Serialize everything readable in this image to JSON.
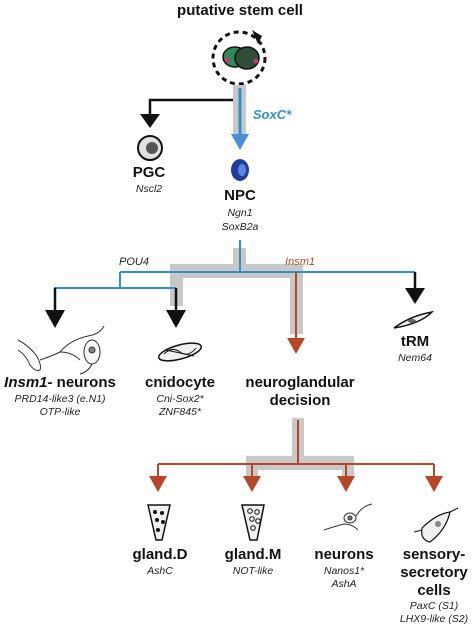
{
  "title": "putative stem cell",
  "soxc": "SoxC*",
  "pgc": {
    "name": "PGC",
    "gene": "Nscl2"
  },
  "npc": {
    "name": "NPC",
    "genes": [
      "Ngn1",
      "SoxB2a"
    ]
  },
  "pou4": "POU4",
  "insm1_branch": "Insm1",
  "insm1_neurons": {
    "name_italic": "Insm1-",
    "name_rest": " neurons",
    "genes": [
      "PRD14-like3 (e.N1)",
      "OTP-like"
    ]
  },
  "cnidocyte": {
    "name": "cnidocyte",
    "genes": [
      "Cni-Sox2*",
      "ZNF845*"
    ]
  },
  "neuroglandular": {
    "name": [
      "neuroglandular",
      "decision"
    ]
  },
  "trm": {
    "name": "tRM",
    "gene": "Nem64"
  },
  "gland_d": {
    "name": "gland.D",
    "gene": "AshC"
  },
  "gland_m": {
    "name": "gland.M",
    "gene": "NOT-like"
  },
  "neurons2": {
    "name": "neurons",
    "genes": [
      "Nanos1*",
      "AshA"
    ]
  },
  "sensory": {
    "name": [
      "sensory-",
      "secretory",
      "cells"
    ],
    "genes": [
      "PaxC (S1)",
      "LHX9-like (S2)"
    ]
  },
  "colors": {
    "black": "#111111",
    "blue": "#2f8fd0",
    "red": "#b8472a",
    "grey": "#c8c8c8"
  }
}
